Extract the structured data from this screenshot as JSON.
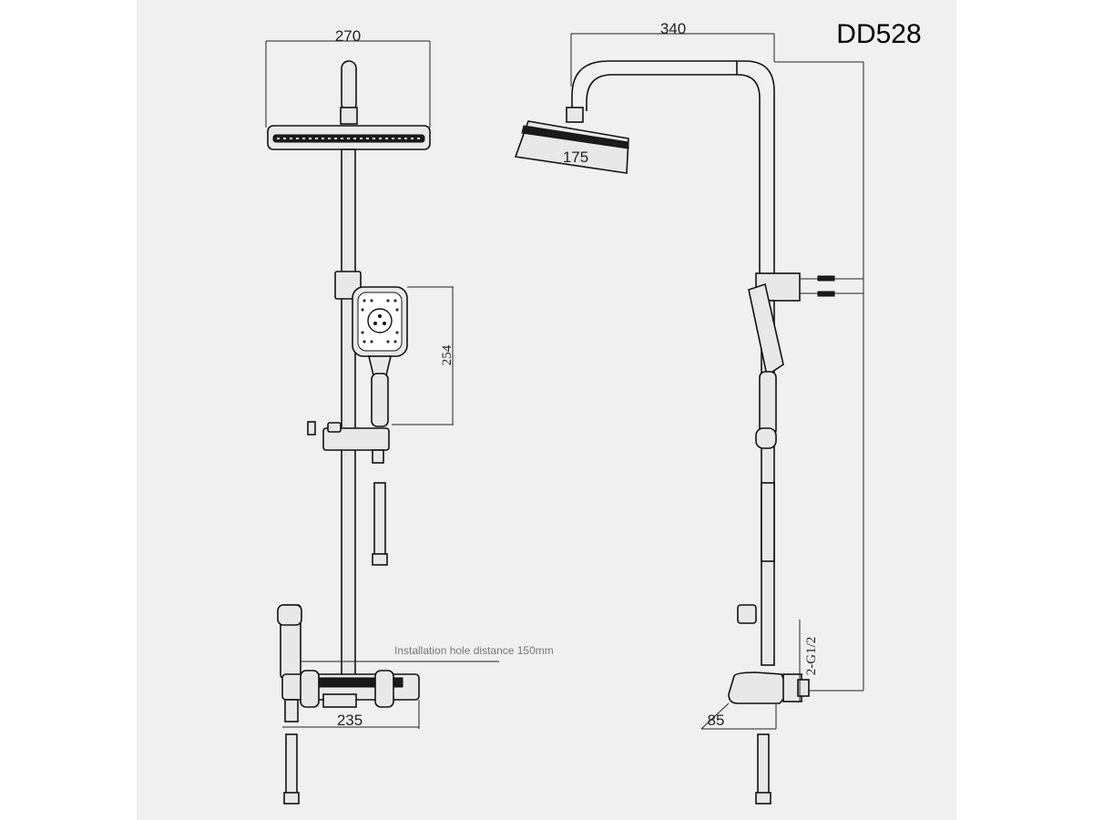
{
  "model": "DD528",
  "dimensions": {
    "head_width": "270",
    "overall_width": "340",
    "head_depth": "175",
    "hand_shower_length": "254",
    "mixer_width": "235",
    "wall_offset": "85",
    "inlet_thread": "2-G1/2"
  },
  "note": "Installation hole distance 150mm",
  "colors": {
    "line": "#111111",
    "paper": "#f0f0f0",
    "fill": "#e8e8e8"
  }
}
